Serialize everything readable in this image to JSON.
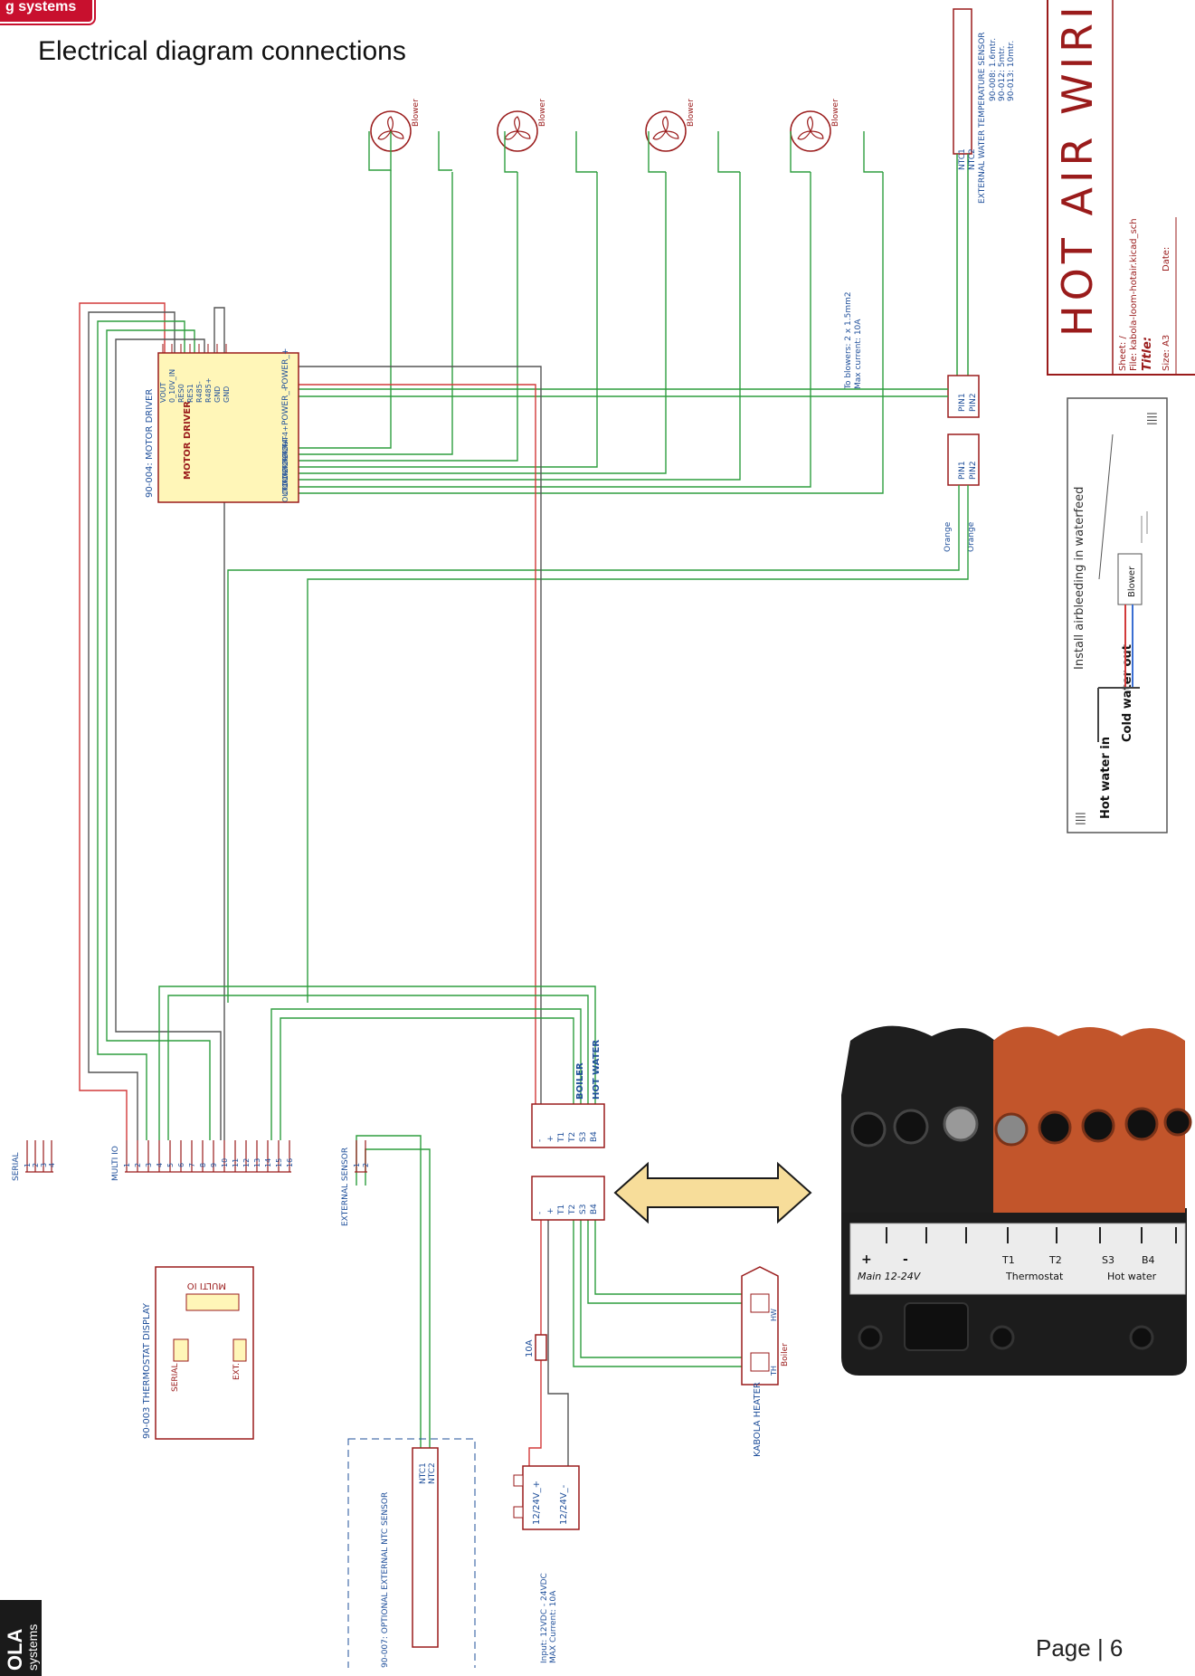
{
  "page": {
    "title": "Electrical diagram connections",
    "page_number": "Page | 6",
    "brand_top": "g systems",
    "brand_bottom": [
      "OLA",
      "systems"
    ]
  },
  "title_block": {
    "title": "HOT AIR WIRING L",
    "sheet": "Sheet: /",
    "file": "File: kabola-loom-hotair.kicad_sch",
    "title_label": "Title:",
    "size": "Size: A3",
    "date": "Date:"
  },
  "blower": {
    "label": "Blower"
  },
  "ext_water_sensor": {
    "label": "EXTERNAL WATER TEMPERATURE SENSOR",
    "lengths": [
      "90-008: 1.6mtr.",
      "90-012: 5mtr.",
      "90-013: 10mtr."
    ],
    "pins": [
      "NTC1",
      "NTC2"
    ]
  },
  "to_blowers_note": [
    "To blowers: 2 x 1.5mm2",
    "Max current: 10A"
  ],
  "pin_labels": [
    "PIN1",
    "PIN2"
  ],
  "orange_labels": [
    "Orange",
    "Orange"
  ],
  "motor_driver": {
    "ref": "90-004: MOTOR DRIVER",
    "name": "MOTOR DRIVER",
    "top_pins": [
      "VOUT",
      "0_10V_IN",
      "RES0",
      "RES1",
      "R485-",
      "R485+",
      "GND",
      "GND"
    ],
    "power_pins": [
      "POWER_-",
      "POWER_+"
    ],
    "out_pins": [
      "OUT1-",
      "OUT1+",
      "OUT2-",
      "OUT2+",
      "OUT3-",
      "OUT3+",
      "OUT4-",
      "OUT4+"
    ]
  },
  "install_note": {
    "text": "Install airbleeding in waterfeed",
    "blower": "Blower",
    "hot_water_in": "Hot water in",
    "cold_water_out": "Cold water out"
  },
  "multi_io": {
    "label": "MULTI IO",
    "pins": [
      "1",
      "2",
      "3",
      "4",
      "5",
      "6",
      "7",
      "8",
      "9",
      "10",
      "11",
      "12",
      "13",
      "14",
      "15",
      "16"
    ]
  },
  "serial": {
    "label": "SERIAL",
    "pins": [
      "1",
      "2",
      "3",
      "4"
    ]
  },
  "external_sensor": {
    "label": "EXTERNAL SENSOR",
    "pins": [
      "1",
      "2"
    ]
  },
  "connector_top": {
    "labels": [
      "-",
      "+",
      "T1",
      "T2",
      "S3",
      "B4"
    ],
    "tags": [
      "BOILER",
      "HOT WATER"
    ]
  },
  "connector_bottom": {
    "labels": [
      "-",
      "+",
      "T1",
      "T2",
      "S3",
      "B4"
    ]
  },
  "thermostat_display": {
    "ref": "90-003 THERMOSTAT DISPLAY",
    "multi_io": "MULTI IO",
    "serial": "SERIAL",
    "ext": "EXT."
  },
  "ntc_optional": {
    "label": "90-007: OPTIONAL EXTERNAL NTC SENSOR",
    "pins": [
      "NTC1",
      "NTC2"
    ]
  },
  "fuse": {
    "label": "10A"
  },
  "psu": {
    "pins": [
      "12/24V_+",
      "12/24V_-"
    ],
    "note": [
      "Input: 12VDC - 24VDC",
      "MAX Current: 10A"
    ]
  },
  "kabola_heater": {
    "label": "KABOLA HEATER",
    "boiler": "Boiler",
    "hw": "HW",
    "th": "TH"
  },
  "photo_labels": {
    "plus": "+",
    "minus": "-",
    "t1": "T1",
    "t2": "T2",
    "s3": "S3",
    "b4": "B4",
    "main": "Main 12-24V",
    "thermostat": "Thermostat",
    "hot_water": "Hot water"
  },
  "colors": {
    "green_wire": "#2e9e3e",
    "red_wire": "#d23a3a",
    "grey_wire": "#555555",
    "schematic_red": "#9a1b1b",
    "schematic_blue": "#1f4f9a",
    "motor_fill": "#fff6b8",
    "arrow_fill": "#f7dd9a"
  }
}
